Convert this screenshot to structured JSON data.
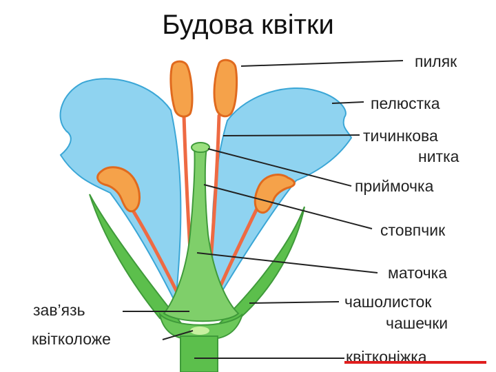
{
  "title": "Будова квітки",
  "labels": {
    "anther": "пиляк",
    "petal": "пелюстка",
    "filament_line1": "тичинкова",
    "filament_line2": "нитка",
    "stigma": "приймочка",
    "style": "стовпчик",
    "pistil": "маточка",
    "sepal_line1": "чашолисток",
    "sepal_line2": "чашечки",
    "ovary": "зав’язь",
    "receptacle": "квітколоже",
    "pedicel": "квітконіжка"
  },
  "colors": {
    "petal": "#8fd3f0",
    "petal_stroke": "#3aa6d6",
    "anther": "#f5a24a",
    "anther_stroke": "#e06a1e",
    "filament": "#ee6a43",
    "pistil": "#7fcf6a",
    "pistil_stroke": "#3f9a3a",
    "sepal": "#5cbf4c",
    "pointer": "#222222",
    "accent_underline": "#e01e1e"
  }
}
